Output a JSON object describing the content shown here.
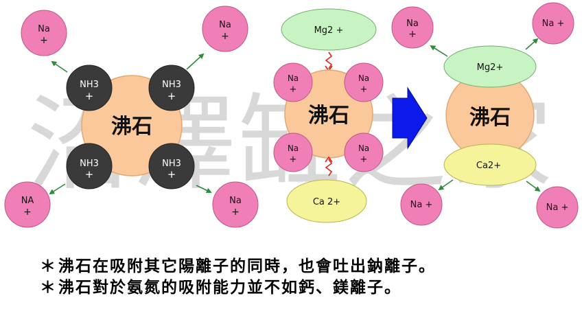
{
  "watermark": "沼澤缸之家",
  "zeolite_label": "沸石",
  "ions": {
    "ammonium": "NH3",
    "sodium": "Na",
    "sodium_upper": "NA",
    "magnesium": "Mg2",
    "calcium": "Ca 2",
    "magnesium_right": "Mg2",
    "calcium_right": "Ca2",
    "plus": "+"
  },
  "colors": {
    "zeolite": "#fbc89b",
    "sodium": "#ef7fb6",
    "ammonium": "#3a3a3a",
    "magnesium": "#c8f3c3",
    "calcium": "#f6f49a",
    "arrow": "#2f8a3a",
    "block_arrow": "#0b19ea",
    "zigzag": "#e0201c"
  },
  "notes": {
    "bullet": "＊",
    "line1": "沸石在吸附其它陽離子的同時，也會吐出鈉離子。",
    "line2": "沸石對於氨氮的吸附能力並不如鈣、鎂離子。"
  }
}
